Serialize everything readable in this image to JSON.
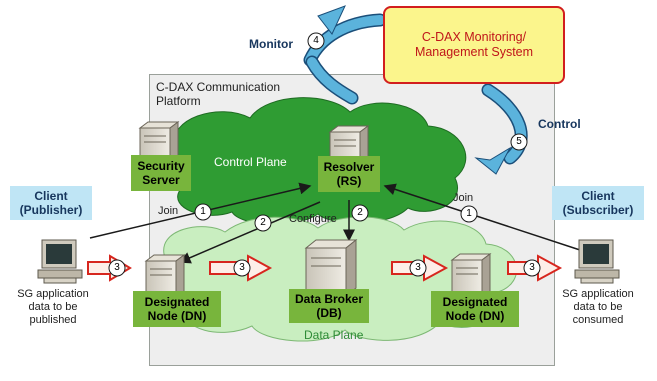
{
  "platform": {
    "title_line1": "C-DAX Communication",
    "title_line2": "Platform"
  },
  "management": {
    "line1": "C-DAX Monitoring/",
    "line2": "Management System"
  },
  "loop": {
    "monitor_label": "Monitor",
    "monitor_step": "4",
    "control_label": "Control",
    "control_step": "5"
  },
  "control_plane": {
    "label": "Control Plane",
    "security_server": {
      "line1": "Security",
      "line2": "Server"
    },
    "resolver": {
      "line1": "Resolver",
      "line2": "(RS)"
    }
  },
  "data_plane": {
    "label": "Data Plane",
    "dn_left": {
      "line1": "Designated",
      "line2": "Node (DN)"
    },
    "data_broker": {
      "line1": "Data Broker",
      "line2": "(DB)"
    },
    "dn_right": {
      "line1": "Designated",
      "line2": "Node (DN)"
    }
  },
  "clients": {
    "publisher": {
      "line1": "Client",
      "line2": "(Publisher)",
      "desc_line1": "SG application",
      "desc_line2": "data to be",
      "desc_line3": "published"
    },
    "subscriber": {
      "line1": "Client",
      "line2": "(Subscriber)",
      "desc_line1": "SG application",
      "desc_line2": "data to be",
      "desc_line3": "consumed"
    }
  },
  "steps": {
    "join_left": "Join",
    "join_left_step": "1",
    "join_right": "Join",
    "join_right_step": "1",
    "configure": "Configure",
    "configure_step_a": "2",
    "configure_step_b": "2",
    "data_step": "3"
  },
  "colors": {
    "cloud": "#2f9c33",
    "data_cloud": "#c9eec0",
    "box_green": "#78b53c",
    "client_blue": "#bfe5f5",
    "mgmt_fill": "#fbf58c",
    "mgmt_border": "#d21e1e",
    "loop_arrow": "#5bb3dc"
  }
}
